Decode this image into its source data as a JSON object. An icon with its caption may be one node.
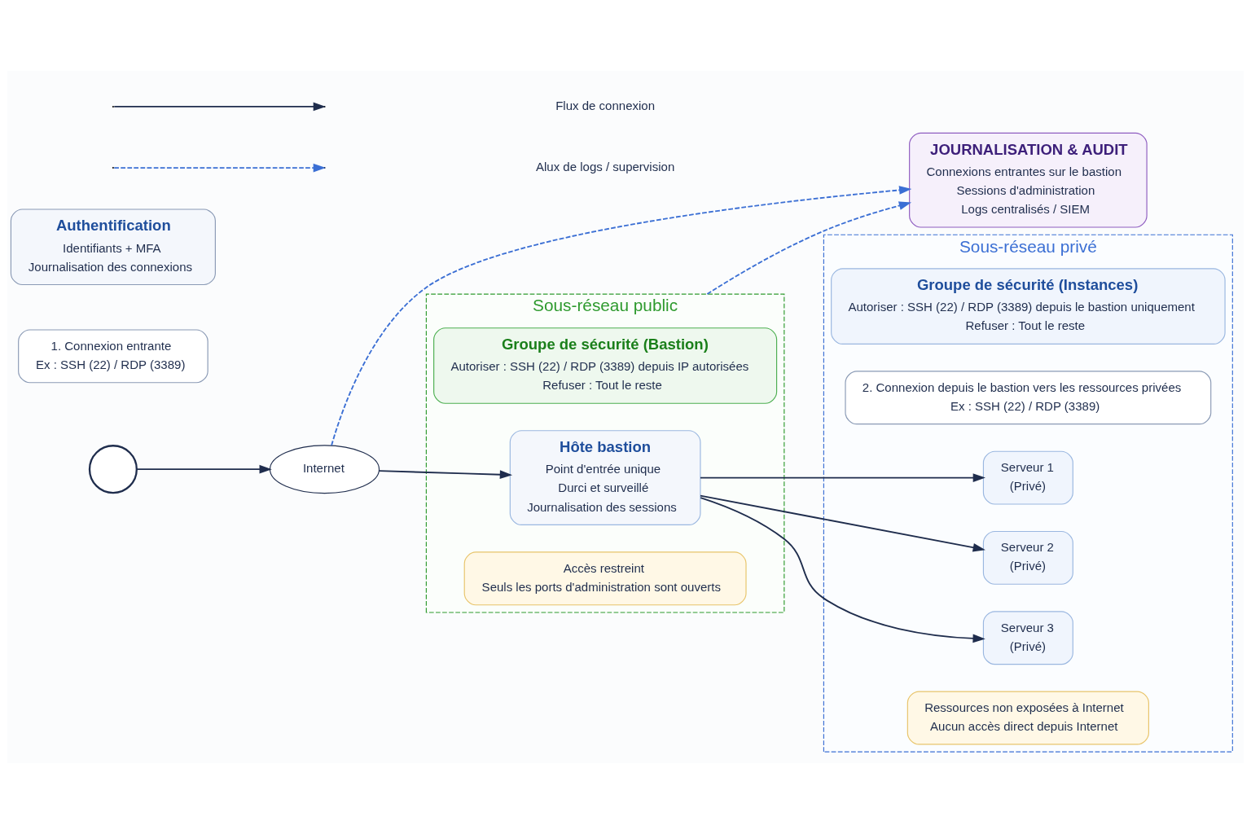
{
  "diagram": {
    "nodes": [
      {
        "text": [],
        "shape": "person"
      },
      {
        "text": [
          "Internet"
        ]
      },
      {
        "text": [
          "1. Connexion entrante",
          "Ex : SSH (22) / RDP (3389)"
        ]
      },
      {
        "text": [
          "Authentification",
          "Identifiants + MFA",
          "Journalisation des connexions"
        ]
      },
      {
        "text": [
          "Sous-réseau public"
        ]
      },
      {
        "text": [
          "Groupe de sécurité (Bastion)",
          "Autoriser : SSH (22) / RDP (3389) depuis IP autorisées",
          "Refuser : Tout le reste"
        ],
        "in": 4
      },
      {
        "text": [
          "Hôte bastion",
          "Point d'entrée unique",
          "Durci et surveillé",
          "Journalisation des sessions"
        ],
        "in": 4
      },
      {
        "text": [
          "Accès restreint",
          "Seuls les ports d'administration sont ouverts"
        ],
        "in": 4
      },
      {
        "text": [
          "Sous-réseau privé"
        ]
      },
      {
        "text": [
          "Groupe de sécurité (Instances)",
          "Autoriser : SSH (22) / RDP (3389) depuis le bastion uniquement",
          "Refuser : Tout le reste"
        ],
        "in": 8
      },
      {
        "text": [
          "2. Connexion depuis le bastion vers les ressources privées",
          "Ex : SSH (22) / RDP (3389)"
        ],
        "in": 8
      },
      {
        "text": [
          "Serveur 1",
          "(Privé)"
        ],
        "in": 8
      },
      {
        "text": [
          "Serveur 2",
          "(Privé)"
        ],
        "in": 8
      },
      {
        "text": [
          "Serveur 3",
          "(Privé)"
        ],
        "in": 8
      },
      {
        "text": [
          "Ressources non exposées à Internet",
          "Aucun accès direct depuis Internet"
        ],
        "in": 8
      },
      {
        "text": [
          "JOURNALISATION & AUDIT",
          "Connexions entrantes sur le bastion",
          "Sessions d'administration",
          "Logs centralisés / SIEM"
        ]
      }
    ],
    "edges": [
      {
        "from": 0,
        "to": 1,
        "arrow": "to"
      },
      {
        "from": 1,
        "to": 6,
        "arrow": "to"
      },
      {
        "from": 6,
        "to": 11,
        "arrow": "to"
      },
      {
        "from": 6,
        "to": 12,
        "arrow": "to"
      },
      {
        "from": 6,
        "to": 13,
        "arrow": "to"
      },
      {
        "from": 1,
        "to": 15,
        "arrow": "to",
        "style": "dashed",
        "color": "#3b6fd4"
      },
      {
        "from": 4,
        "to": 15,
        "arrow": "to",
        "style": "dashed",
        "color": "#3b6fd4"
      }
    ],
    "legend": [
      {
        "text": "Flux de connexion"
      },
      {
        "text": "Alux de logs / supervision"
      }
    ]
  }
}
